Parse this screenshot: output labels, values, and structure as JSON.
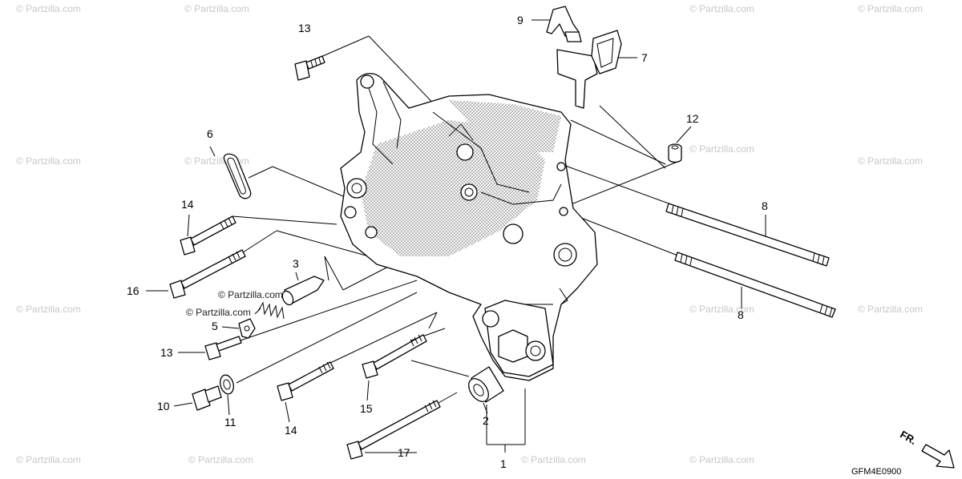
{
  "diagram": {
    "diagram_code": "GFM4E0900",
    "direction_label": "FR.",
    "watermark": "© Partzilla.com",
    "inline_watermark": "© Partzilla.com",
    "callouts": {
      "c1": "1",
      "c2": "2",
      "c3": "3",
      "c5": "5",
      "c6": "6",
      "c7": "7",
      "c8a": "8",
      "c8b": "8",
      "c9": "9",
      "c10": "10",
      "c11": "11",
      "c12": "12",
      "c13a": "13",
      "c13b": "13",
      "c14a": "14",
      "c14b": "14",
      "c15": "15",
      "c16": "16",
      "c17": "17"
    }
  }
}
